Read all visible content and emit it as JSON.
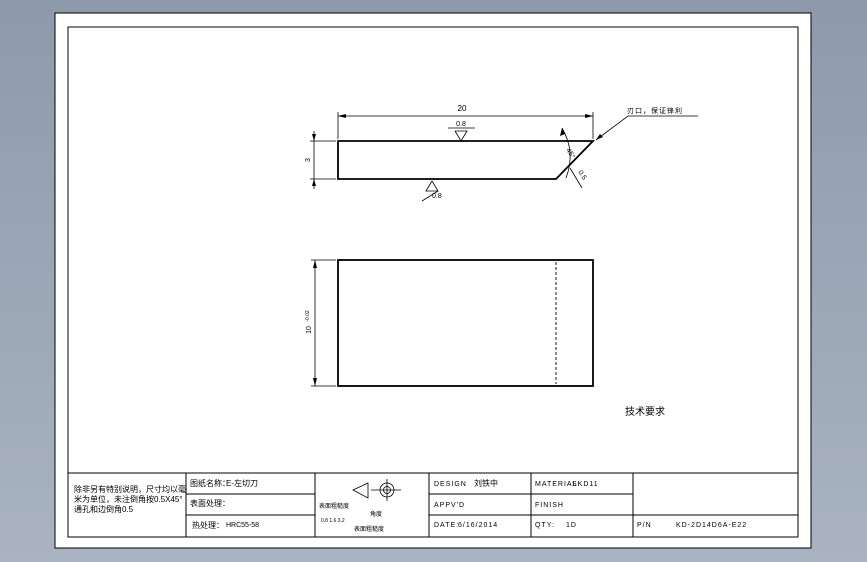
{
  "drawing": {
    "dimensions": {
      "length": "20",
      "thickness": "3",
      "width": "10",
      "width_tol": "-0.02",
      "angle": "45°",
      "edge": "0.5",
      "roughness_top": "0.8",
      "roughness_bottom": "0.8"
    },
    "callout_note": "刃口，保证锋利",
    "tech_requirements_label": "技术要求"
  },
  "title_block": {
    "note_text": "除非另有特别说明，尺寸均以毫米为单位，未注倒角按0.5X45°通孔和边倒角0.5",
    "drawing_name_label": "图纸名称：",
    "drawing_name_value": "E-左切刀",
    "surface_label": "表面处理：",
    "heat_label": "热处理：",
    "heat_value": "HRC55-58",
    "roughness_label": "表面粗糙度",
    "roughness_vals": "0.8  1.6  3.2",
    "hardness_label": "角度",
    "flatness_label": "表面粗糙度",
    "design_label": "DESIGN",
    "design_value": "刘铁中",
    "material_label": "MATERIAL:",
    "material_value": "SKD11",
    "approved_label": "APPV'D",
    "finish_label": "FINISH",
    "date_label": "DATE:",
    "date_value": "6/16/2014",
    "qty_label": "QTY:",
    "qty_value": "1D",
    "pn_label": "P/N",
    "pn_value": "KD-2D14D6A-E22"
  }
}
